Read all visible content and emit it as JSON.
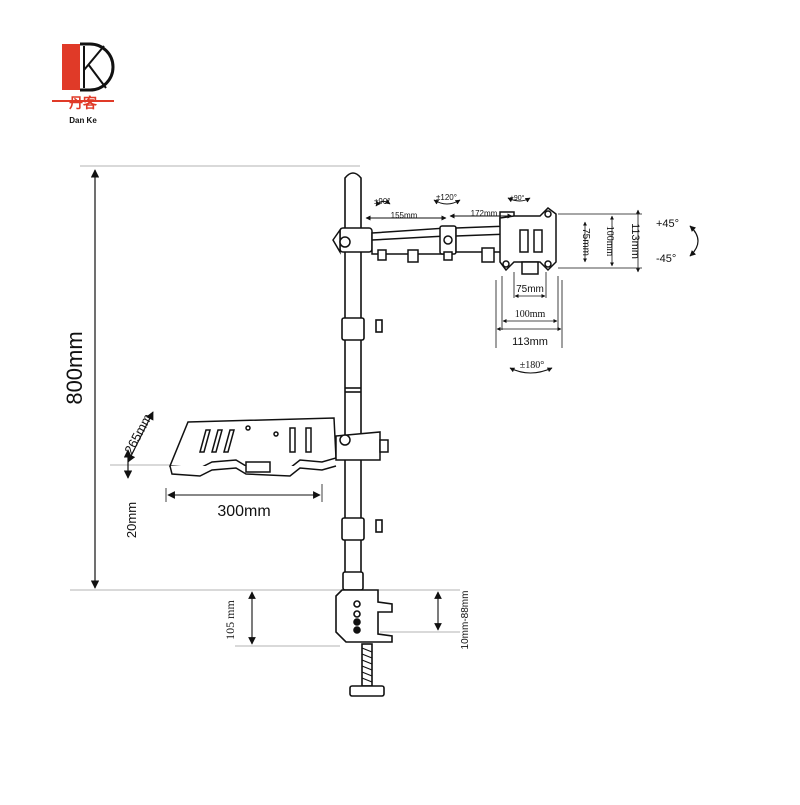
{
  "logo": {
    "chinese": "丹客",
    "latin": "Dan Ke",
    "colors": {
      "red": "#e03a28",
      "dark": "#111111"
    }
  },
  "dimensions": {
    "total_height": "800mm",
    "arm_segment_1": "155mm",
    "arm_segment_2": "172mm",
    "tilt_label": "±90°",
    "swivel_label": "±120°",
    "head_tilt_label": "±90°",
    "vesa_h_75": "75mm",
    "vesa_h_100": "100mm",
    "vesa_h_113": "113mm",
    "vesa_v_75": "75mm",
    "vesa_v_100": "100mm",
    "vesa_v_113": "113mm",
    "rotate_up": "+45°",
    "rotate_down": "-45°",
    "rotation": "±180°",
    "tray_depth": "265mm",
    "tray_width": "300mm",
    "tray_gap": "20mm",
    "clamp_height": "105 mm",
    "desk_thickness": "10mm-88mm"
  },
  "colors": {
    "line": "#111111",
    "dim": "#333333",
    "guide": "#9a9a9a"
  }
}
